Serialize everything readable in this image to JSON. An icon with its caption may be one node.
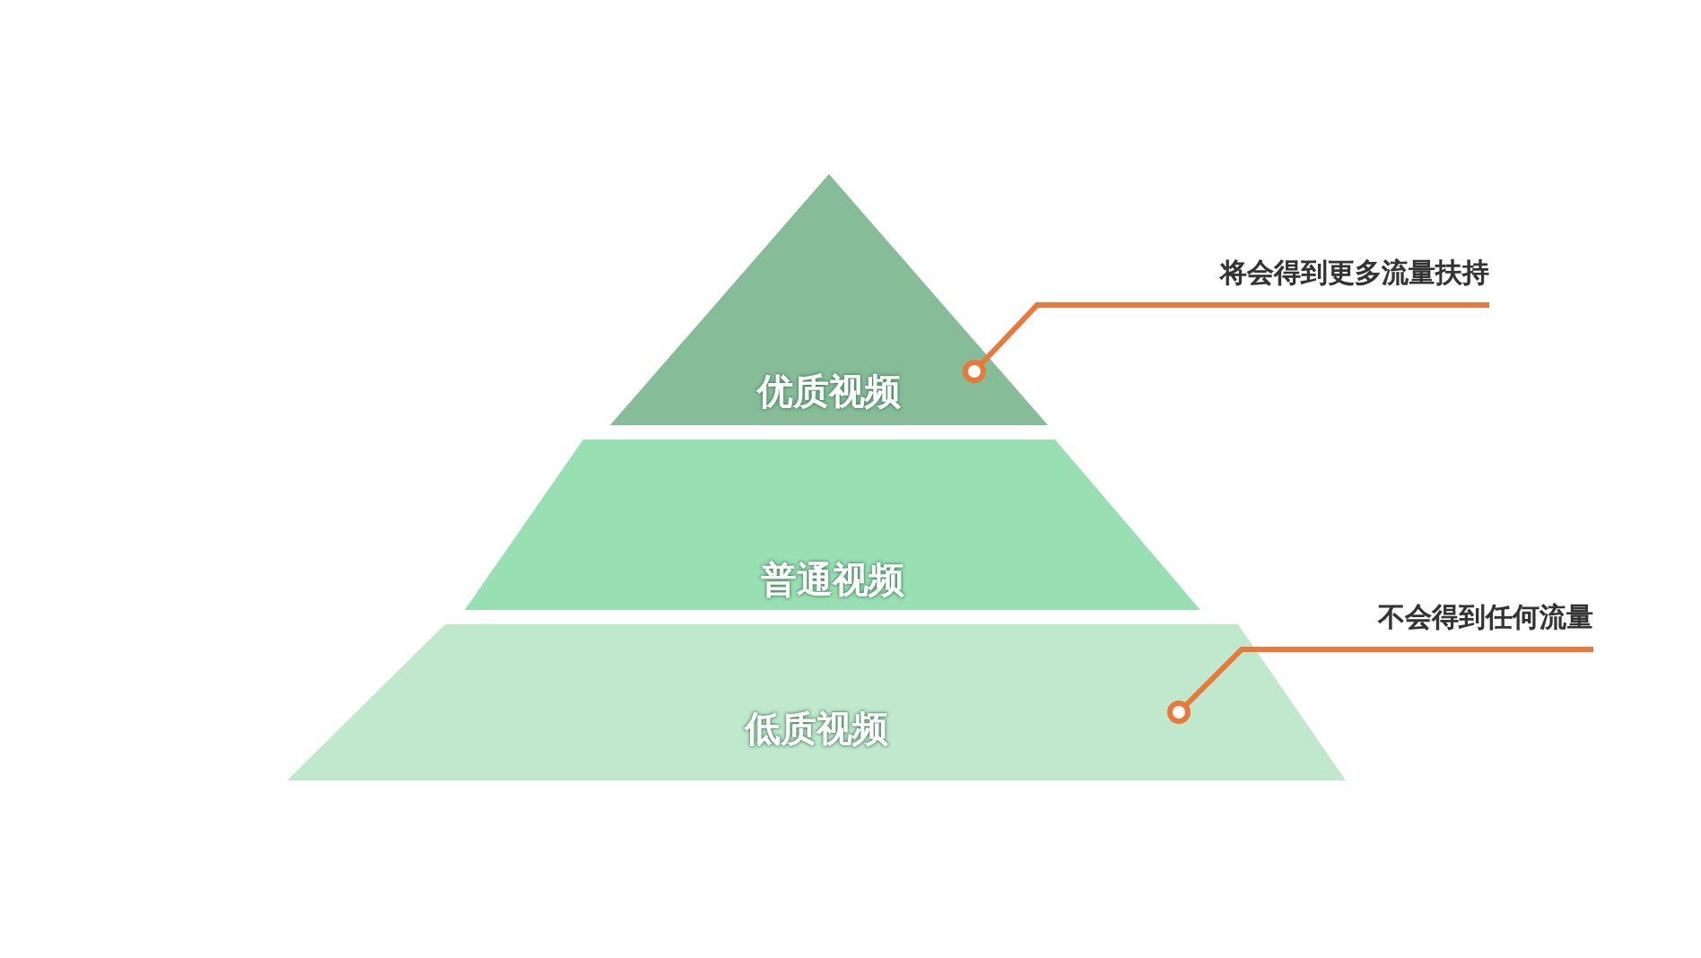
{
  "diagram": {
    "nodes": [
      {
        "text": [
          "优质视频"
        ]
      },
      {
        "text": [
          "普通视频"
        ]
      },
      {
        "text": [
          "低质视频"
        ]
      },
      {
        "text": [
          "将会得到更多流量扶持"
        ]
      },
      {
        "text": [
          "不会得到任何流量"
        ]
      }
    ],
    "edges": [
      {
        "from": 3,
        "to": 0,
        "arrow": "other"
      },
      {
        "from": 4,
        "to": 2,
        "arrow": "other"
      }
    ]
  }
}
